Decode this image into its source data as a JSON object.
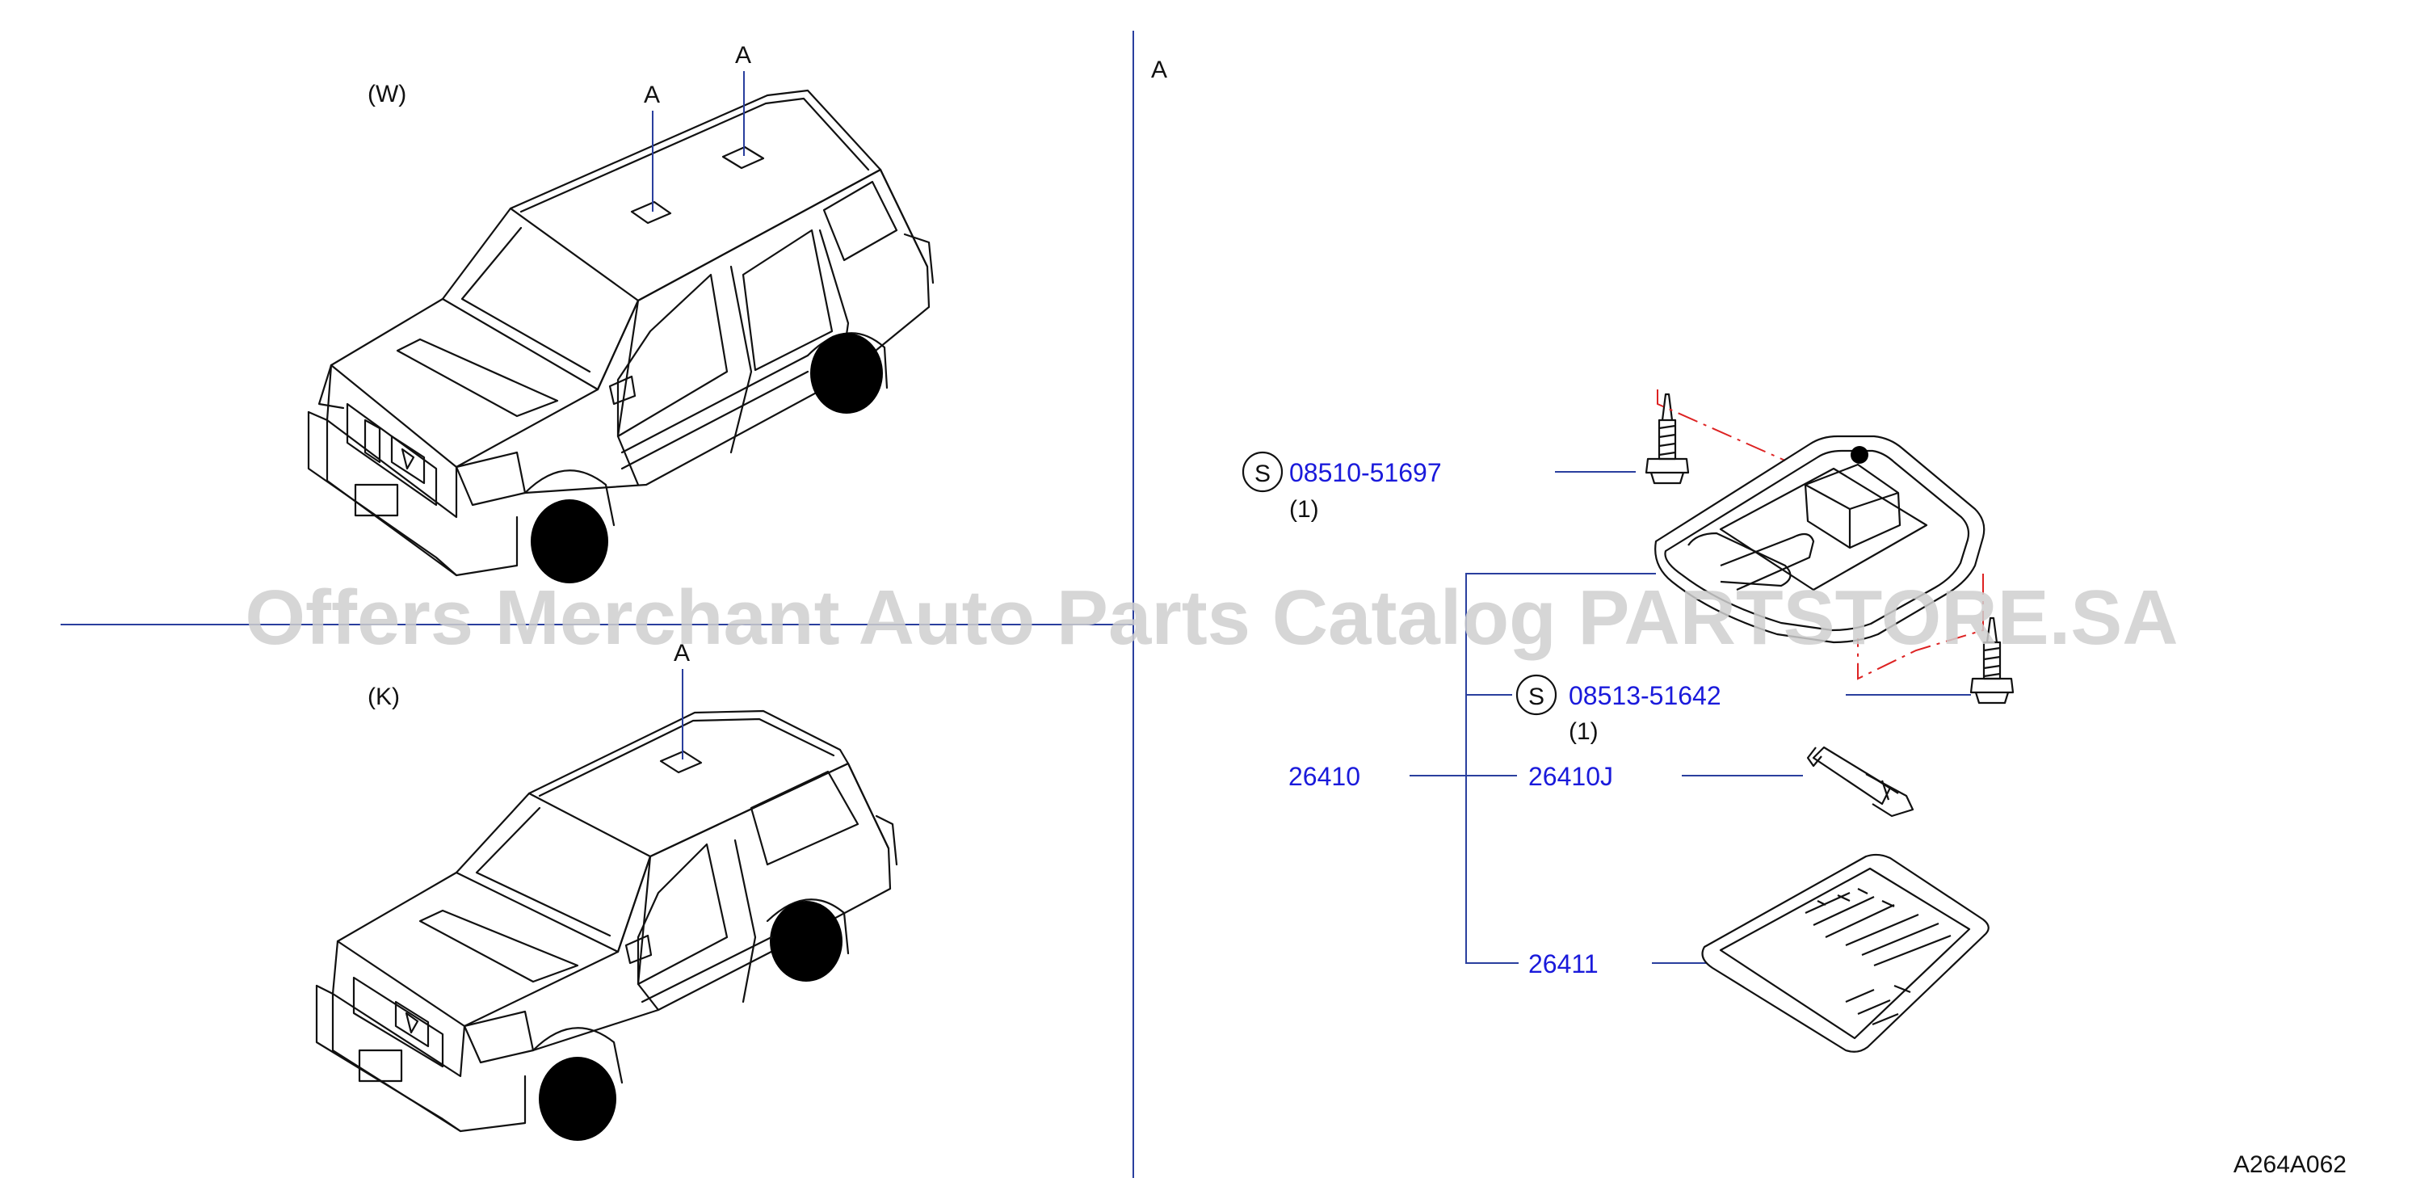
{
  "views": {
    "w_label": "(W)",
    "k_label": "(K)",
    "a_marker": "A",
    "detail_label": "A"
  },
  "parts": {
    "screw1_symbol": "S",
    "screw1_number": "08510-51697",
    "screw1_qty": "(1)",
    "screw2_symbol": "S",
    "screw2_number": "08513-51642",
    "screw2_qty": "(1)",
    "lamp_assembly": "26410",
    "bulb": "26410J",
    "lens": "26411"
  },
  "diagram_code": "A264A062",
  "watermark": "Offers Merchant Auto Parts Catalog PARTSTORE.SA"
}
